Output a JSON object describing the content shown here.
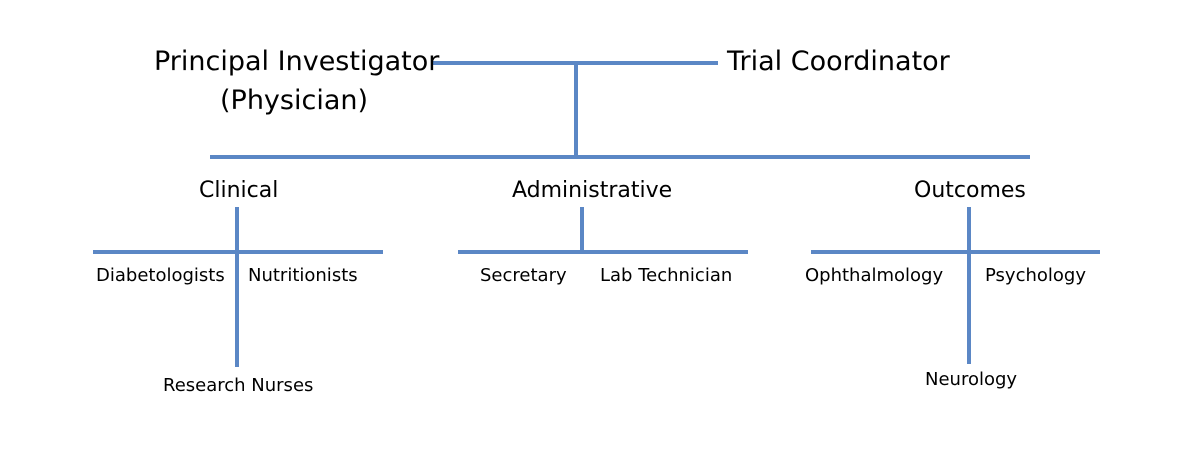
{
  "leadership": {
    "principal_investigator": {
      "line1": "Principal Investigator",
      "line2": "(Physician)"
    },
    "trial_coordinator": "Trial Coordinator"
  },
  "departments": {
    "clinical": {
      "title": "Clinical",
      "members": [
        "Diabetologists",
        "Nutritionists",
        "Research Nurses"
      ]
    },
    "administrative": {
      "title": "Administrative",
      "members": [
        "Secretary",
        "Lab Technician"
      ]
    },
    "outcomes": {
      "title": "Outcomes",
      "members": [
        "Ophthalmology",
        "Psychology",
        "Neurology"
      ]
    }
  },
  "colors": {
    "connector": "#5b87c5",
    "text": "#000000",
    "background": "#ffffff"
  }
}
